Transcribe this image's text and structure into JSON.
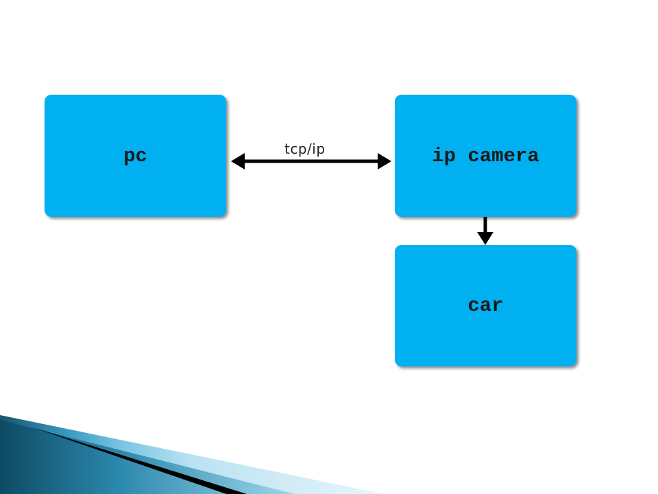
{
  "nodes": {
    "pc": {
      "label": "pc"
    },
    "camera": {
      "label": "ip camera"
    },
    "car": {
      "label": "car"
    }
  },
  "edges": {
    "pc_camera": {
      "label": "tcp/ip",
      "direction": "bidirectional"
    },
    "camera_car": {
      "label": "",
      "direction": "camera-to-car"
    }
  },
  "colors": {
    "node_fill": "#00b0f0",
    "arrow": "#000000",
    "ribbon_dark": "#1c6f8e",
    "ribbon_light": "#8fd0ea"
  }
}
